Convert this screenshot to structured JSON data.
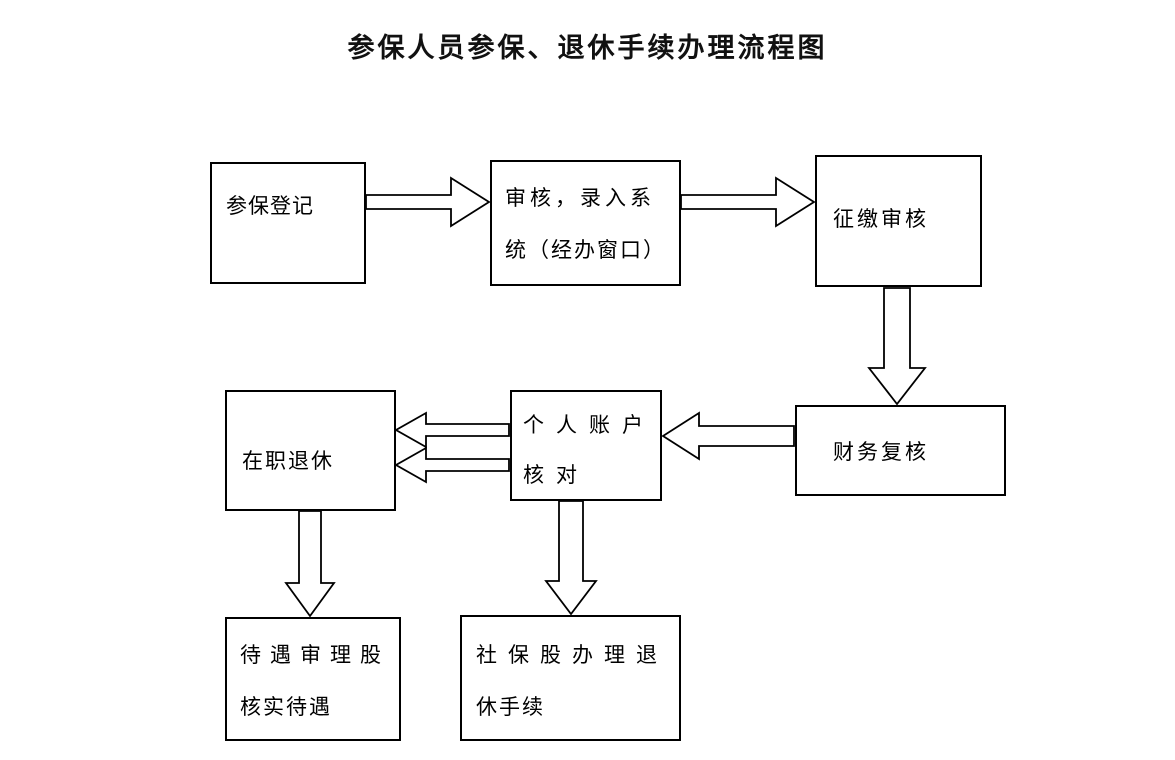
{
  "title": "参保人员参保、退休手续办理流程图",
  "nodes": {
    "enroll": {
      "label": "参保登记",
      "lines": [
        "参保登记"
      ]
    },
    "review_entry": {
      "label": "审核，录入系统（经办窗口）",
      "lines": [
        "审核，录入系",
        "统（经办窗口）"
      ]
    },
    "collection_review": {
      "label": "征缴审核",
      "lines": [
        "征缴审核"
      ]
    },
    "finance_recheck": {
      "label": "财务复核",
      "lines": [
        "财务复核"
      ]
    },
    "personal_account_check": {
      "label": "个人账户核对",
      "lines": [
        "个人账户",
        "核对"
      ]
    },
    "in_service_retirement": {
      "label": "在职退休",
      "lines": [
        "在职退休"
      ]
    },
    "benefit_verification": {
      "label": "待遇审理股核实待遇",
      "lines": [
        "待遇审理股",
        "核实待遇"
      ]
    },
    "social_security_retirement": {
      "label": "社保股办理退休手续",
      "lines": [
        "社保股办理退",
        "休手续"
      ]
    }
  },
  "edges": [
    {
      "from": "enroll",
      "to": "review_entry",
      "direction": "right",
      "arrows": 1
    },
    {
      "from": "review_entry",
      "to": "collection_review",
      "direction": "right",
      "arrows": 1
    },
    {
      "from": "collection_review",
      "to": "finance_recheck",
      "direction": "down",
      "arrows": 1
    },
    {
      "from": "finance_recheck",
      "to": "personal_account_check",
      "direction": "left",
      "arrows": 1
    },
    {
      "from": "personal_account_check",
      "to": "in_service_retirement",
      "direction": "left",
      "arrows": 2
    },
    {
      "from": "in_service_retirement",
      "to": "benefit_verification",
      "direction": "down",
      "arrows": 1
    },
    {
      "from": "personal_account_check",
      "to": "social_security_retirement",
      "direction": "down",
      "arrows": 1
    }
  ],
  "colors": {
    "background": "#ffffff",
    "line": "#000000",
    "text": "#111111"
  }
}
